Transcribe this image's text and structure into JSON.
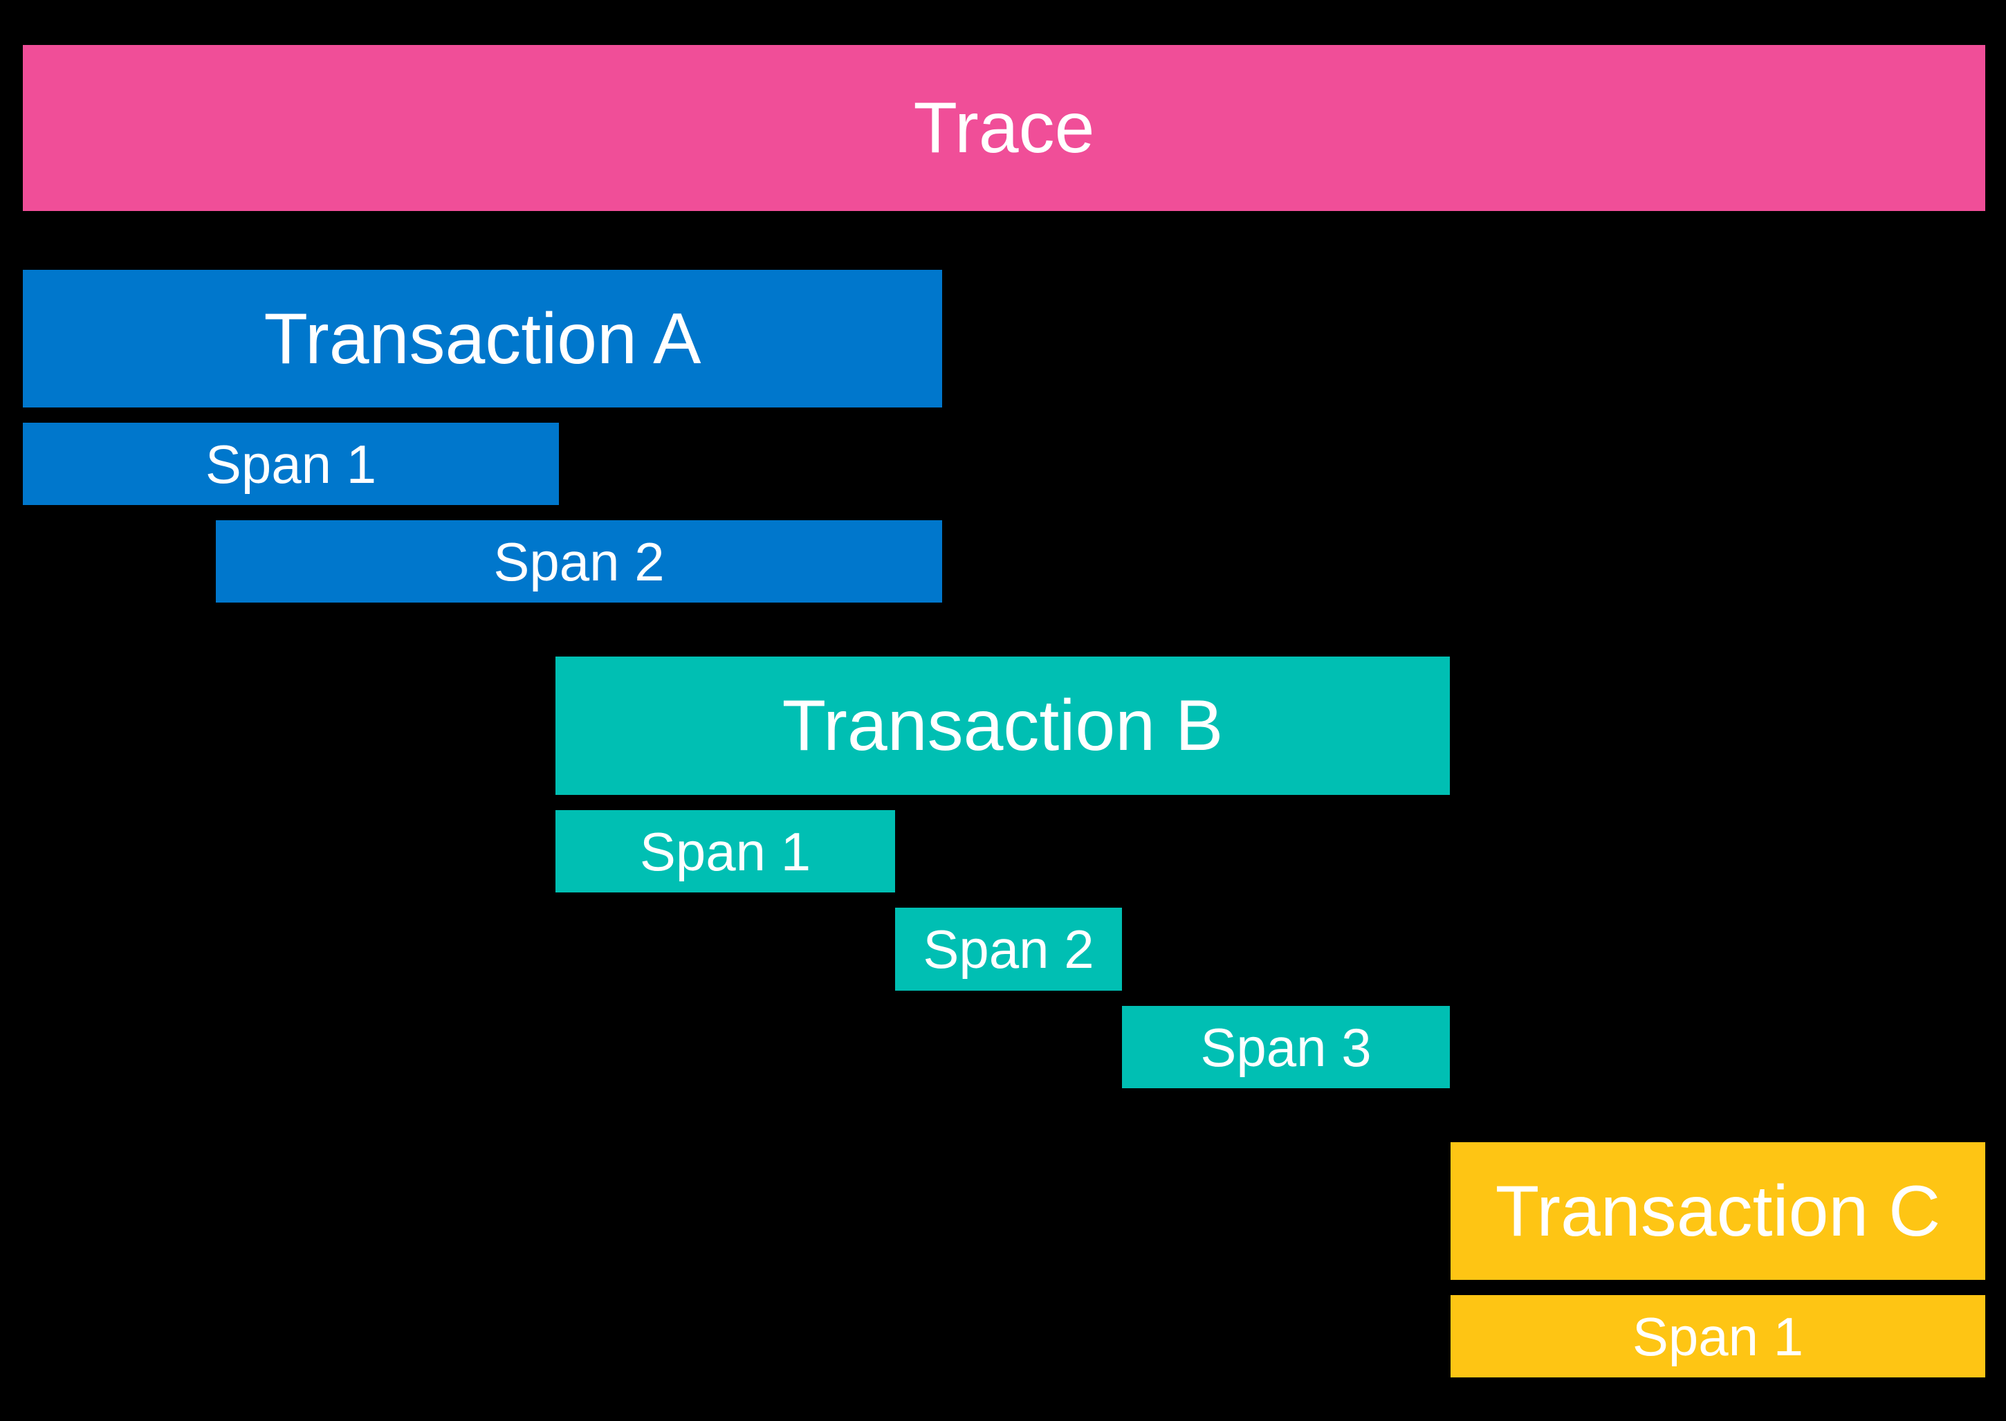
{
  "colors": {
    "background": "#000000",
    "text": "#FFFFFF",
    "trace": "#F04E98",
    "transaction_a": "#0077CC",
    "transaction_b": "#00BFB3",
    "transaction_c": "#FEC514"
  },
  "trace": {
    "label": "Trace"
  },
  "transactions": [
    {
      "label": "Transaction A",
      "spans": [
        {
          "label": "Span 1"
        },
        {
          "label": "Span 2"
        }
      ]
    },
    {
      "label": "Transaction B",
      "spans": [
        {
          "label": "Span 1"
        },
        {
          "label": "Span 2"
        },
        {
          "label": "Span 3"
        }
      ]
    },
    {
      "label": "Transaction C",
      "spans": [
        {
          "label": "Span 1"
        }
      ]
    }
  ]
}
